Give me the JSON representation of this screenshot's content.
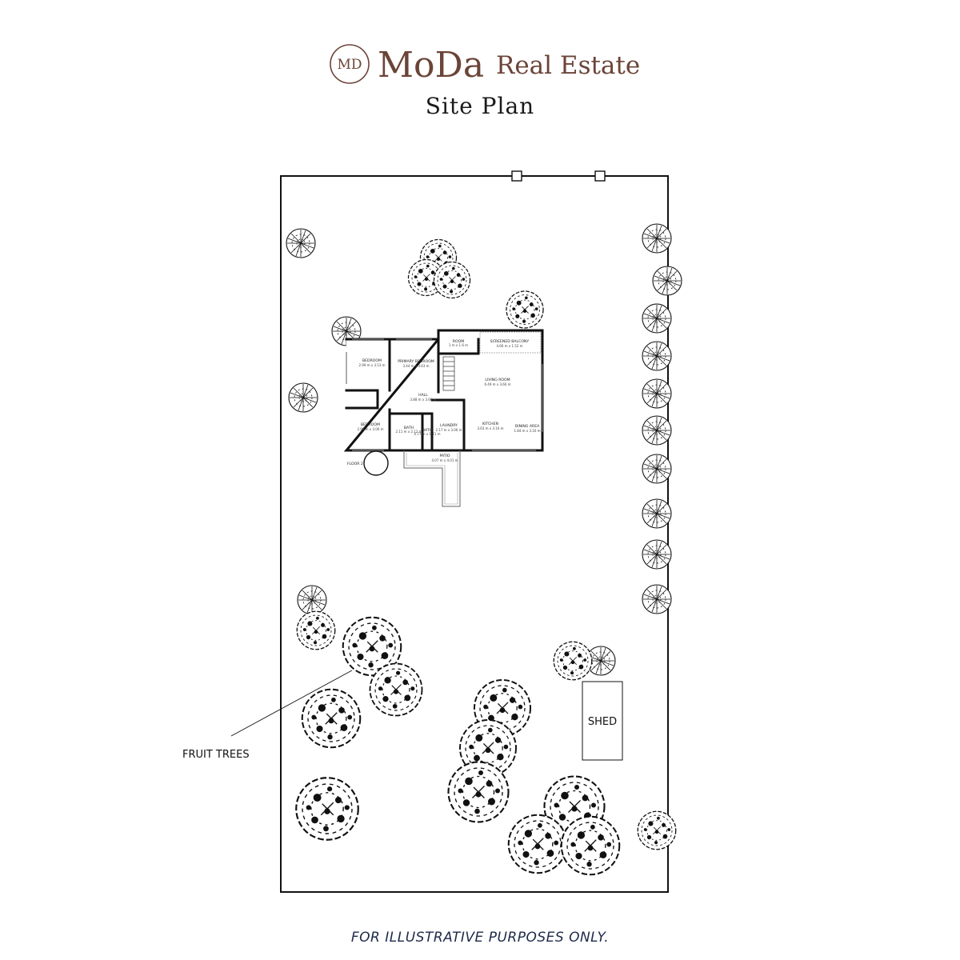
{
  "brand": {
    "monogram": "MD",
    "name": "MoDa",
    "subtitle": "Real Estate",
    "color": "#6b4438"
  },
  "plan_title": "Site Plan",
  "rooms": [
    {
      "name": "BEDROOM",
      "dims": "2.99 m x 3.53 m"
    },
    {
      "name": "PRIMARY BEDROOM",
      "dims": "3.44 m x 3.63 m"
    },
    {
      "name": "ROOM",
      "dims": "1 m x 1.6 m"
    },
    {
      "name": "SCREENED BALCONY",
      "dims": "4.66 m x 1.52 m"
    },
    {
      "name": "LIVING ROOM",
      "dims": "6.49 m x 3.66 m"
    },
    {
      "name": "HALL",
      "dims": "3.88 m x 3.66 m"
    },
    {
      "name": "BEDROOM",
      "dims": "2.99 m x 3.06 m"
    },
    {
      "name": "BATH",
      "dims": "2.11 m x 2.12 m"
    },
    {
      "name": "BATH",
      "dims": "0.77 m x 1.41 m"
    },
    {
      "name": "LAUNDRY",
      "dims": "2.17 m x 3.06 m"
    },
    {
      "name": "KITCHEN",
      "dims": "3.63 m x 3.16 m"
    },
    {
      "name": "DINING AREA",
      "dims": "1.84 m x 3.16 m"
    },
    {
      "name": "PATIO",
      "dims": "4.07 m x 4.01 m"
    }
  ],
  "floor_marker": "FLOOR 2",
  "labels": {
    "fruit_trees": "FRUIT TREES",
    "shed": "SHED"
  },
  "disclaimer": "FOR ILLUSTRATIVE PURPOSES ONLY."
}
